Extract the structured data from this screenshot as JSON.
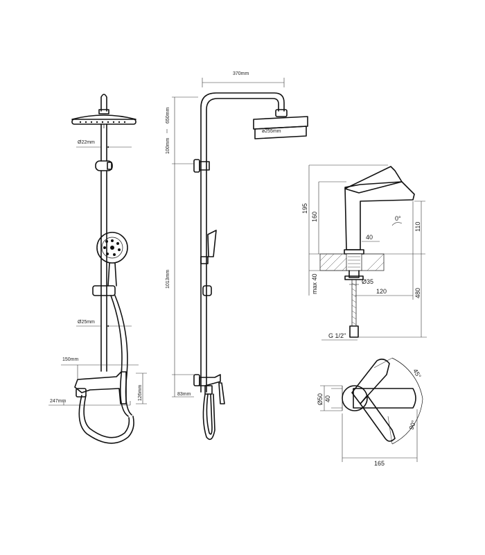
{
  "shower_front": {
    "d_pipe_top": "Ø22mm",
    "d_pipe_bottom": "Ø25mm",
    "w_mixer_top": "150mm",
    "w_mixer_total": "247mm",
    "h_mixer": "126mm"
  },
  "shower_side": {
    "w_arm": "370mm",
    "d_head": "ø255mm",
    "h_top_a": "650mm",
    "h_top_b": "100mm",
    "h_bar": "1013mm",
    "w_bottom": "83mm"
  },
  "faucet_side": {
    "h_total": "195",
    "h_body": "160",
    "h_spout": "110",
    "w_base": "40",
    "angle": "0°",
    "max_deck": "max 40",
    "d_shank": "Ø35",
    "w_reach": "120",
    "h_hose": "480",
    "thread": "G 1/2\""
  },
  "faucet_top": {
    "d_outer": "Ø50",
    "d_inner": "40",
    "angle_a": "45°",
    "angle_b": "90°",
    "w_total": "165"
  }
}
